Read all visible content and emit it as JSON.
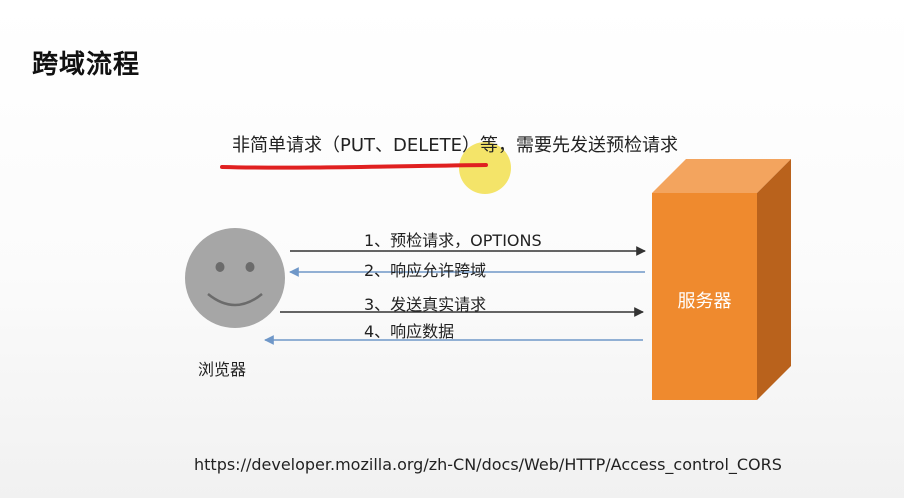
{
  "slide": {
    "title": "跨域流程",
    "subtitle": "非简单请求（PUT、DELETE）等，需要先发送预检请求",
    "url": "https://developer.mozilla.org/zh-CN/docs/Web/HTTP/Access_control_CORS"
  },
  "diagram": {
    "browser_label": "浏览器",
    "server_label": "服务器",
    "steps": [
      {
        "label": "1、预检请求，OPTIONS",
        "direction": "to-server"
      },
      {
        "label": "2、响应允许跨域",
        "direction": "to-browser"
      },
      {
        "label": "3、发送真实请求",
        "direction": "to-server"
      },
      {
        "label": "4、响应数据",
        "direction": "to-browser"
      }
    ]
  },
  "colors": {
    "underline": "#e02020",
    "highlight": "#f3e25c",
    "server_front": "#ef8a2e",
    "server_top": "#f3a45e",
    "server_side": "#b9621c",
    "smiley": "#a6a6a6",
    "arrow_request": "#333333",
    "arrow_response": "#6f97c8"
  }
}
